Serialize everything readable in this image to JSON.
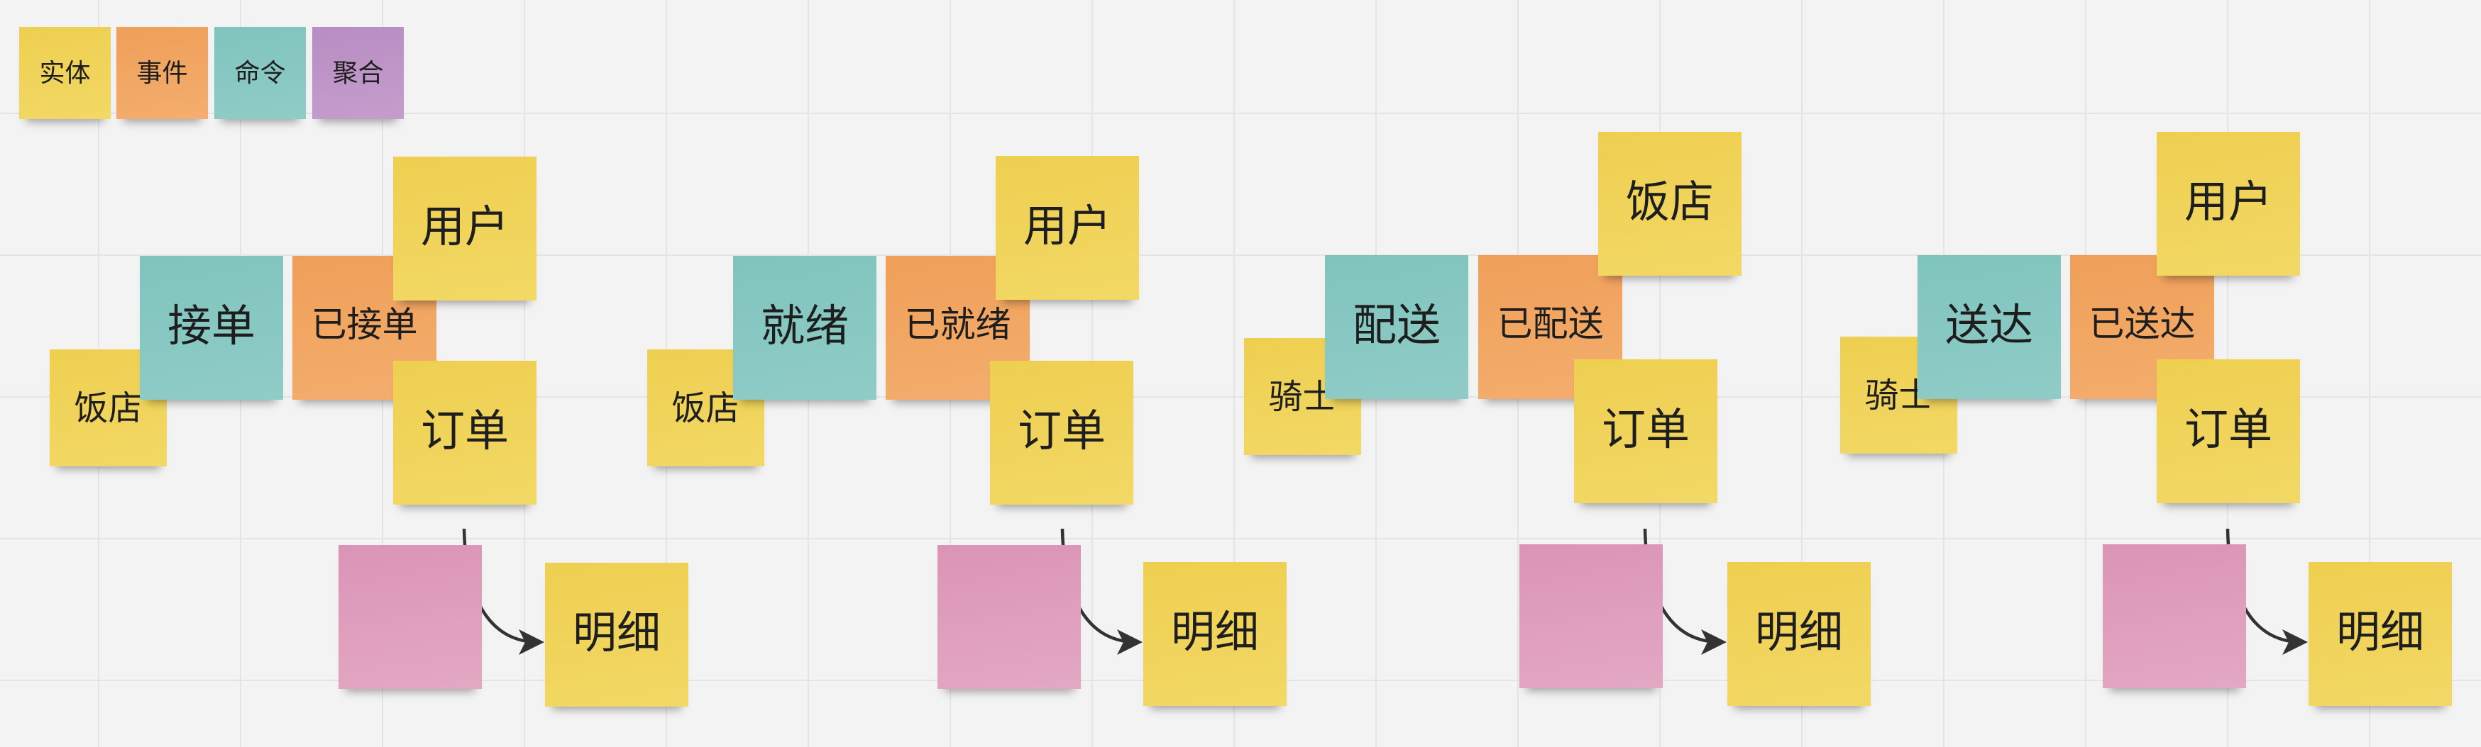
{
  "legend": [
    {
      "label": "实体",
      "color": "#f0d458"
    },
    {
      "label": "事件",
      "color": "#f2a35e"
    },
    {
      "label": "命令",
      "color": "#86c8c2"
    },
    {
      "label": "聚合",
      "color": "#bf94c8"
    }
  ],
  "groups": [
    {
      "command": "接单",
      "event": "已接单",
      "actor": "饭店",
      "top_entity": "用户",
      "order": "订单",
      "detail": "明细"
    },
    {
      "command": "就绪",
      "event": "已就绪",
      "actor": "饭店",
      "top_entity": "用户",
      "order": "订单",
      "detail": "明细"
    },
    {
      "command": "配送",
      "event": "已配送",
      "actor": "骑士",
      "top_entity": "饭店",
      "order": "订单",
      "detail": "明细"
    },
    {
      "command": "送达",
      "event": "已送达",
      "actor": "骑士",
      "top_entity": "用户",
      "order": "订单",
      "detail": "明细"
    }
  ],
  "colors": {
    "entity": "#f0d458",
    "event": "#f2a35e",
    "command": "#86c8c2",
    "aggregate": "#bf94c8",
    "aggregate_blank": "#df9fbe",
    "connector": "#333333"
  }
}
